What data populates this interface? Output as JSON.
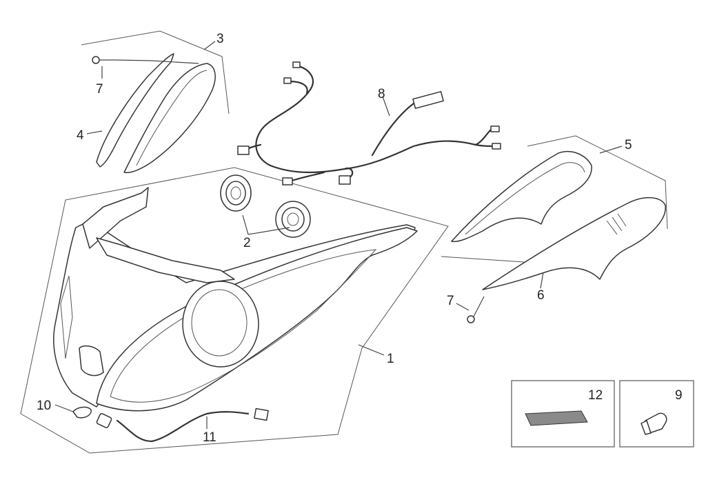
{
  "callouts": [
    {
      "id": "c1",
      "label": "1"
    },
    {
      "id": "c2",
      "label": "2"
    },
    {
      "id": "c3",
      "label": "3"
    },
    {
      "id": "c4",
      "label": "4"
    },
    {
      "id": "c5",
      "label": "5"
    },
    {
      "id": "c6",
      "label": "6"
    },
    {
      "id": "c7a",
      "label": "7"
    },
    {
      "id": "c7b",
      "label": "7"
    },
    {
      "id": "c8",
      "label": "8"
    },
    {
      "id": "c9",
      "label": "9"
    },
    {
      "id": "c10",
      "label": "10"
    },
    {
      "id": "c11",
      "label": "11"
    },
    {
      "id": "c12",
      "label": "12"
    }
  ]
}
